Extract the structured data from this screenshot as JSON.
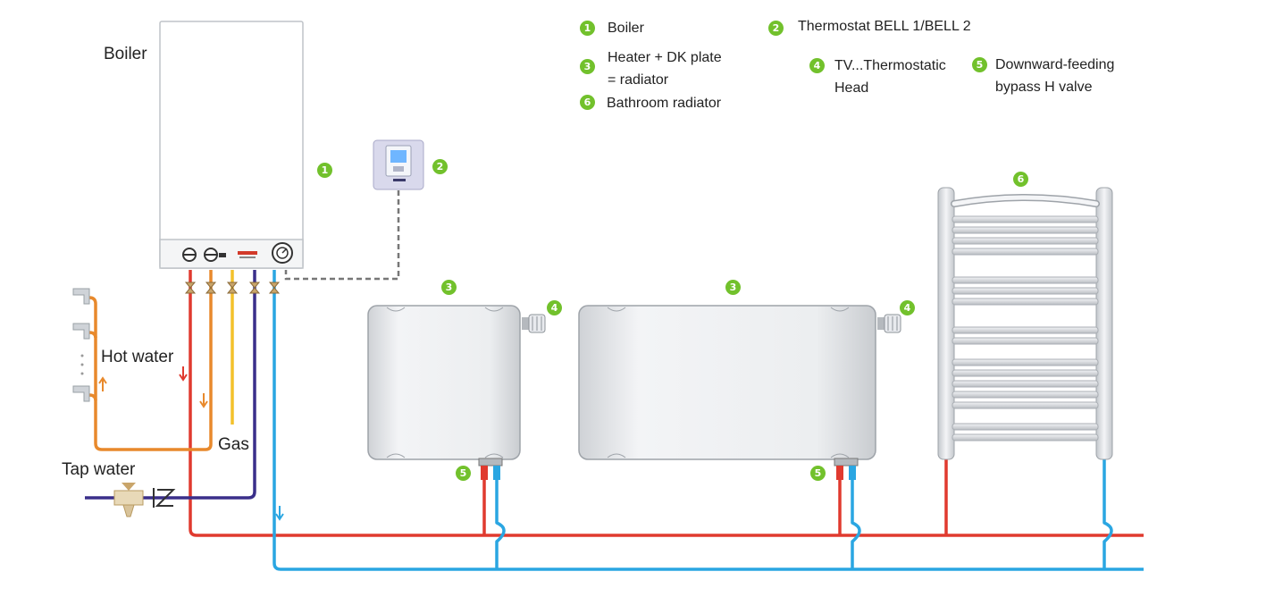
{
  "labels": {
    "boiler": "Boiler",
    "hot_water": "Hot water",
    "gas": "Gas",
    "tap_water": "Tap water"
  },
  "legend": [
    {
      "num": "1",
      "text": "Boiler"
    },
    {
      "num": "2",
      "text": "Thermostat BELL 1/BELL 2"
    },
    {
      "num": "3",
      "text": "Heater + DK plate\n= radiator"
    },
    {
      "num": "4",
      "text": "TV...Thermostatic\nHead"
    },
    {
      "num": "5",
      "text": "Downward-feeding\nbypass H valve"
    },
    {
      "num": "6",
      "text": "Bathroom radiator"
    }
  ],
  "colors": {
    "badge": "#72c12c",
    "supply_pipe": "#e03a2f",
    "return_pipe": "#2aa6e2",
    "hot_water_pipe": "#e8892c",
    "gas_pipe": "#f3c12b",
    "cold_water_pipe": "#3a2f8a"
  }
}
